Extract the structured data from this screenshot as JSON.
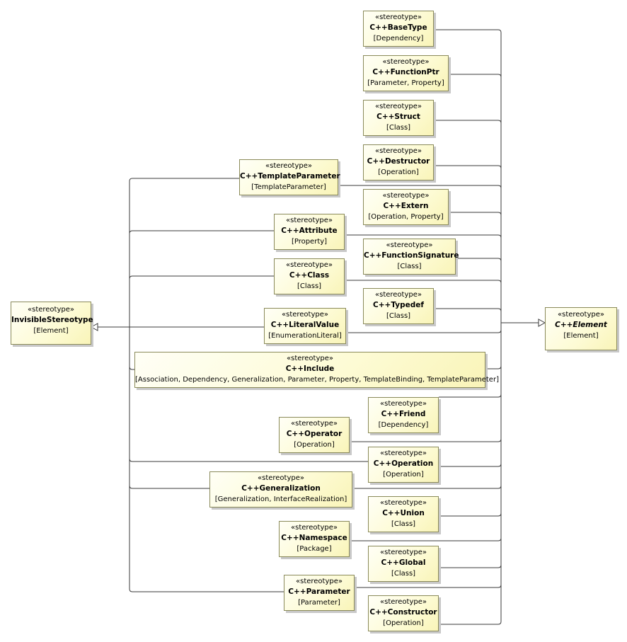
{
  "stereotype_keyword": "«stereotype»",
  "left_general": {
    "name": "InvisibleStereotype",
    "metaclass": "[Element]"
  },
  "right_general": {
    "name": "C++Element",
    "metaclass": "[Element]",
    "abstract": true
  },
  "stereotypes": [
    {
      "id": "basetype",
      "name": "C++BaseType",
      "metaclass": "[Dependency]",
      "parents": [
        "right"
      ]
    },
    {
      "id": "functionptr",
      "name": "C++FunctionPtr",
      "metaclass": "[Parameter, Property]",
      "parents": [
        "right"
      ]
    },
    {
      "id": "struct",
      "name": "C++Struct",
      "metaclass": "[Class]",
      "parents": [
        "right"
      ]
    },
    {
      "id": "destructor",
      "name": "C++Destructor",
      "metaclass": "[Operation]",
      "parents": [
        "right"
      ]
    },
    {
      "id": "templateparameter",
      "name": "C++TemplateParameter",
      "metaclass": "[TemplateParameter]",
      "parents": [
        "left",
        "right"
      ]
    },
    {
      "id": "extern",
      "name": "C++Extern",
      "metaclass": "[Operation, Property]",
      "parents": [
        "right"
      ]
    },
    {
      "id": "attribute",
      "name": "C++Attribute",
      "metaclass": "[Property]",
      "parents": [
        "left",
        "right"
      ]
    },
    {
      "id": "functionsignature",
      "name": "C++FunctionSignature",
      "metaclass": "[Class]",
      "parents": [
        "right"
      ]
    },
    {
      "id": "class",
      "name": "C++Class",
      "metaclass": "[Class]",
      "parents": [
        "left",
        "right"
      ]
    },
    {
      "id": "typedef",
      "name": "C++Typedef",
      "metaclass": "[Class]",
      "parents": [
        "right"
      ]
    },
    {
      "id": "literalvalue",
      "name": "C++LiteralValue",
      "metaclass": "[EnumerationLiteral]",
      "parents": [
        "left",
        "right"
      ]
    },
    {
      "id": "include",
      "name": "C++Include",
      "metaclass": "[Association, Dependency, Generalization, Parameter, Property, TemplateBinding, TemplateParameter]",
      "parents": [
        "left",
        "right"
      ]
    },
    {
      "id": "friend",
      "name": "C++Friend",
      "metaclass": "[Dependency]",
      "parents": [
        "right"
      ]
    },
    {
      "id": "operator",
      "name": "C++Operator",
      "metaclass": "[Operation]",
      "parents": [
        "right"
      ]
    },
    {
      "id": "operation",
      "name": "C++Operation",
      "metaclass": "[Operation]",
      "parents": [
        "left",
        "right"
      ]
    },
    {
      "id": "generalization",
      "name": "C++Generalization",
      "metaclass": "[Generalization, InterfaceRealization]",
      "parents": [
        "left",
        "right"
      ]
    },
    {
      "id": "union",
      "name": "C++Union",
      "metaclass": "[Class]",
      "parents": [
        "right"
      ]
    },
    {
      "id": "namespace",
      "name": "C++Namespace",
      "metaclass": "[Package]",
      "parents": [
        "right"
      ]
    },
    {
      "id": "global",
      "name": "C++Global",
      "metaclass": "[Class]",
      "parents": [
        "right"
      ]
    },
    {
      "id": "parameter",
      "name": "C++Parameter",
      "metaclass": "[Parameter]",
      "parents": [
        "left",
        "right"
      ]
    },
    {
      "id": "constructor",
      "name": "C++Constructor",
      "metaclass": "[Operation]",
      "parents": [
        "right"
      ]
    }
  ]
}
